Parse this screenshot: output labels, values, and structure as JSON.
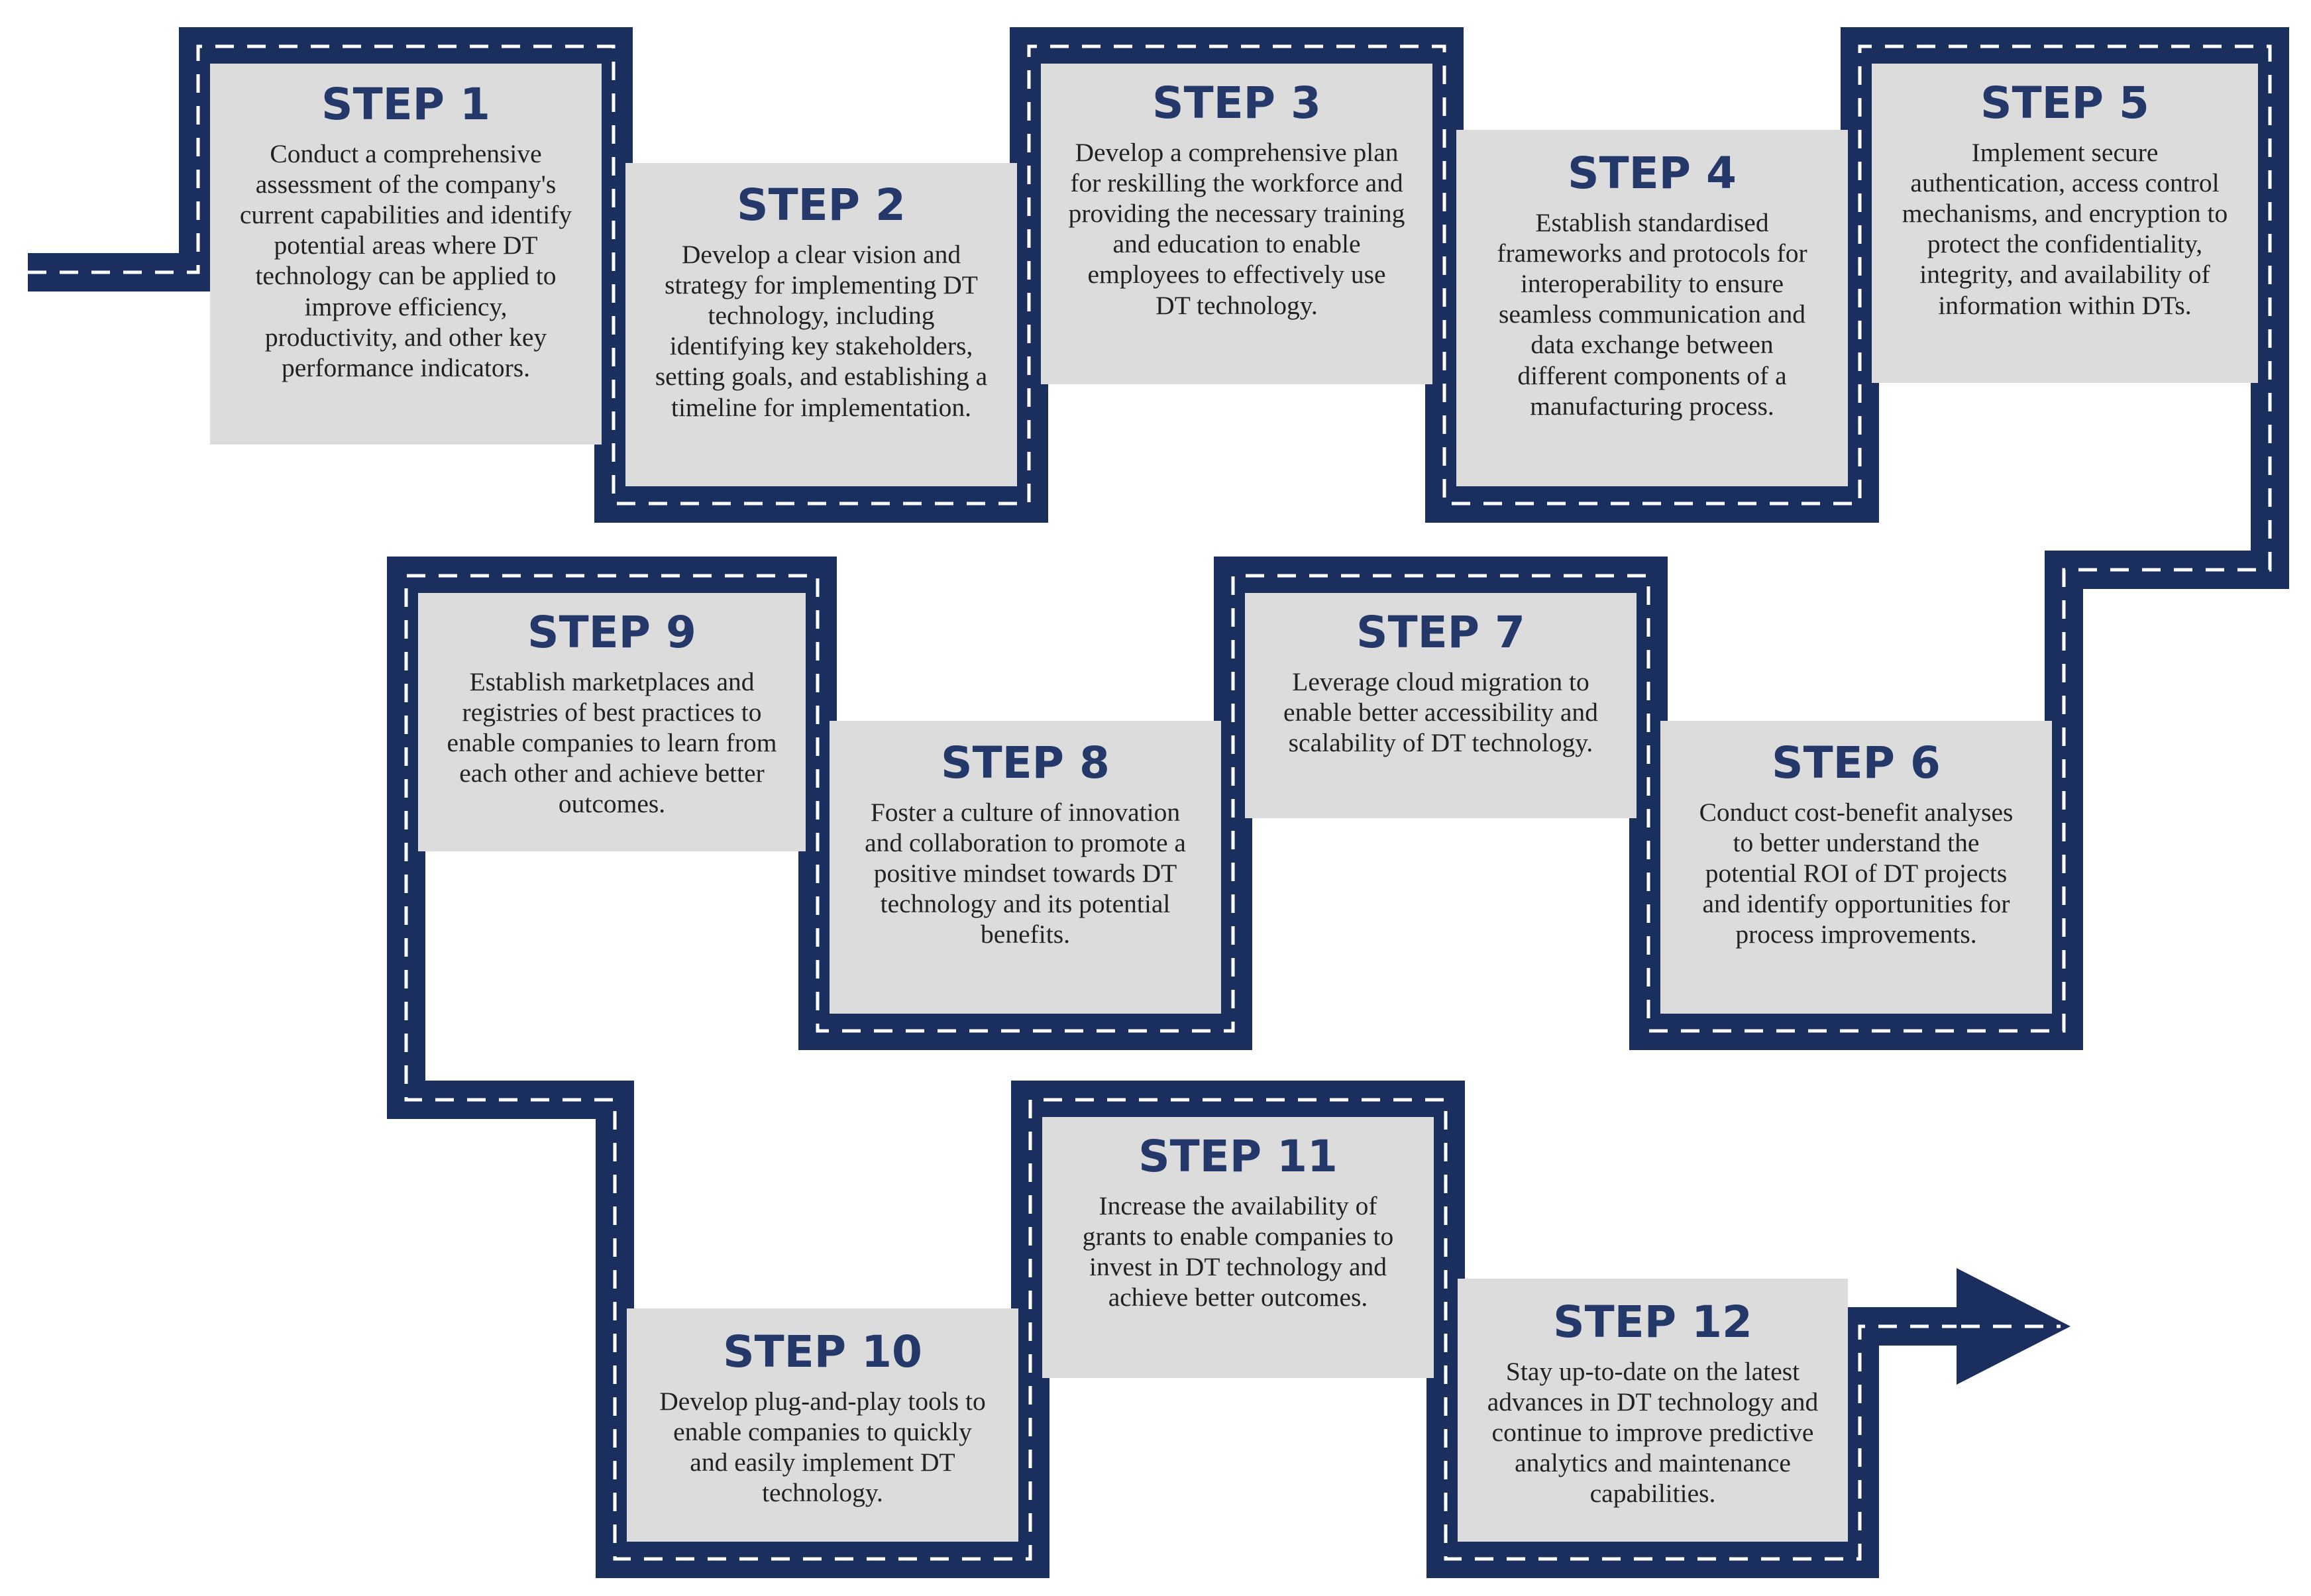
{
  "colors": {
    "path": "#1b2f5e",
    "box": "#dcdcdc",
    "title": "#25386a",
    "text": "#222222",
    "dash": "#ffffff"
  },
  "steps": [
    {
      "title": "STEP 1",
      "text": "Conduct a comprehensive assessment of the company's current capabilities and identify potential areas where DT technology can be applied to improve efficiency, productivity, and other key performance indicators."
    },
    {
      "title": "STEP 2",
      "text": "Develop a clear vision and strategy for implementing DT technology, including identifying key stakeholders, setting goals, and establishing a timeline for implementation."
    },
    {
      "title": "STEP 3",
      "text": "Develop a comprehensive plan for reskilling the workforce and providing the necessary training and education to enable employees to effectively use DT technology."
    },
    {
      "title": "STEP 4",
      "text": "Establish standardised frameworks and protocols for interoperability to ensure seamless communication and data exchange between different components of a manufacturing process."
    },
    {
      "title": "STEP 5",
      "text": "Implement secure authentication, access control mechanisms, and encryption to protect the confidentiality, integrity, and availability of information within DTs."
    },
    {
      "title": "STEP 6",
      "text": "Conduct cost-benefit analyses to better understand the potential ROI of DT projects and identify opportunities for process improvements."
    },
    {
      "title": "STEP 7",
      "text": "Leverage cloud migration to enable better accessibility and scalability of DT technology."
    },
    {
      "title": "STEP 8",
      "text": "Foster a culture of innovation and collaboration to promote a positive mindset towards DT technology and its potential benefits."
    },
    {
      "title": "STEP 9",
      "text": "Establish marketplaces and registries of best practices to enable companies to learn from each other and achieve better outcomes."
    },
    {
      "title": "STEP 10",
      "text": "Develop plug-and-play tools to enable companies to quickly and easily implement DT technology."
    },
    {
      "title": "STEP 11",
      "text": "Increase the availability of grants to enable companies to invest in DT technology and achieve better outcomes."
    },
    {
      "title": "STEP 12",
      "text": "Stay up-to-date on the latest advances in DT technology and continue to improve predictive analytics and maintenance capabilities."
    }
  ]
}
